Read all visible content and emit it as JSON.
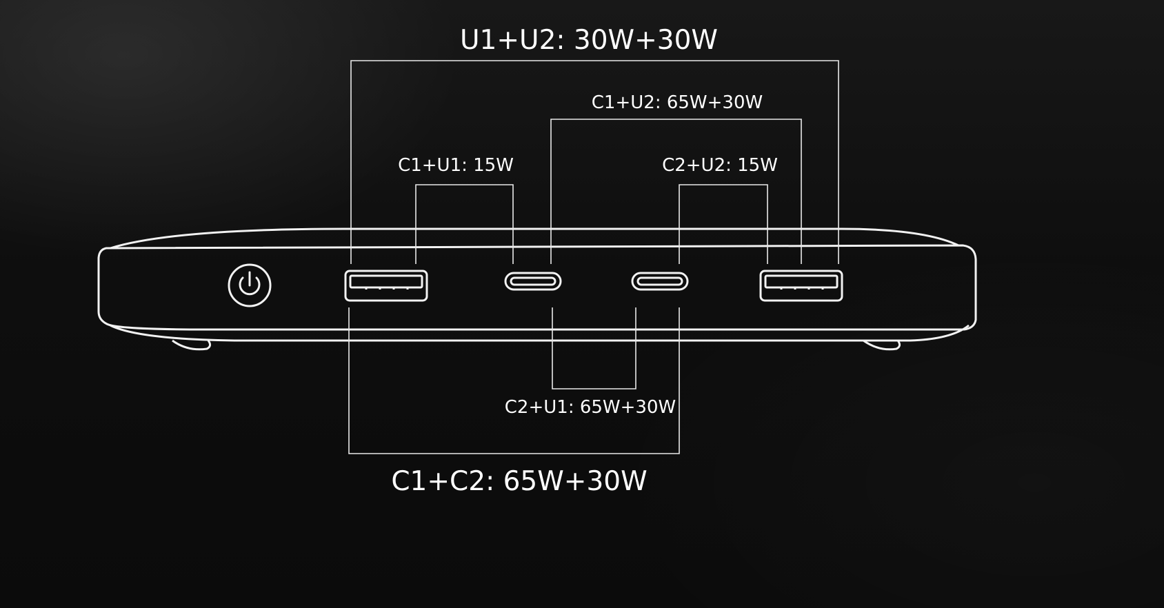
{
  "labels": {
    "u1_u2": "U1+U2: 30W+30W",
    "c1_u2": "C1+U2: 65W+30W",
    "c1_u1": "C1+U1: 15W",
    "c2_u2": "C2+U2: 15W",
    "c2_u1": "C2+U1: 65W+30W",
    "c1_c2": "C1+C2: 65W+30W"
  },
  "device": {
    "ports": [
      "power-button",
      "usb-a-u1",
      "usb-c-c1",
      "usb-c-c2",
      "usb-a-u2"
    ]
  },
  "colors": {
    "background": "#0d0d0d",
    "lines": "#f2f2f2",
    "text": "#ffffff"
  }
}
